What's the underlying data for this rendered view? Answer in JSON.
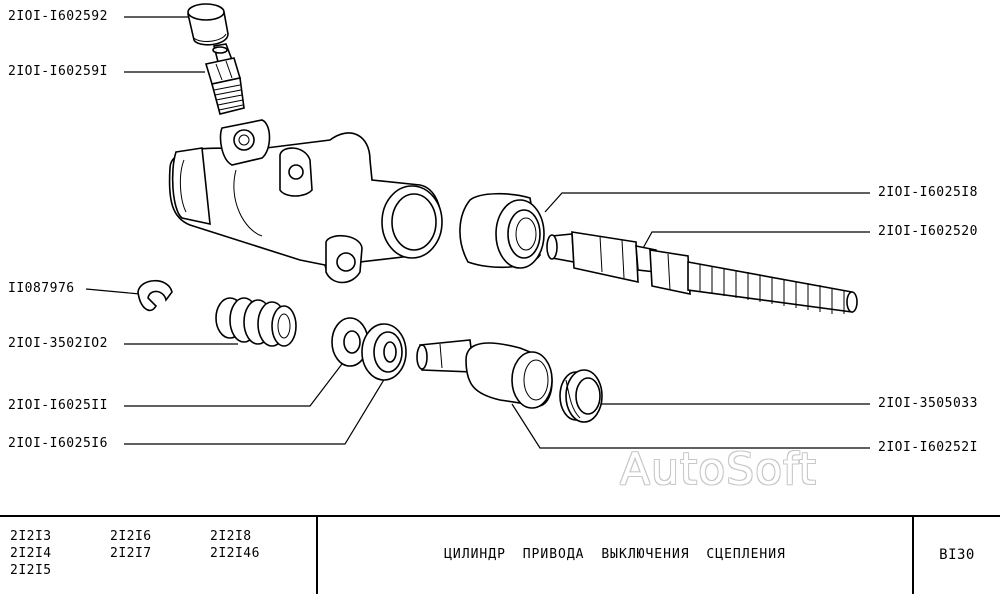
{
  "callouts": {
    "cap": "2IOI-I602592",
    "bleed_valve": "2IOI-I60259I",
    "circlip": "II087976",
    "spring": "2IOI-3502IO2",
    "washer": "2IOI-I6025II",
    "seal_ring": "2IOI-I6025I6",
    "boot": "2IOI-I6025I8",
    "pushrod": "2IOI-I602520",
    "cylinder_seal": "2IOI-3505033",
    "piston": "2IOI-I60252I"
  },
  "watermark": "AutoSoft",
  "title_block": {
    "models": [
      "2I2I3",
      "2I2I4",
      "2I2I5",
      "2I2I6",
      "2I2I7",
      "2I2I8",
      "2I2I46"
    ],
    "title": "ЦИЛИНДР ПРИВОДА ВЫКЛЮЧЕНИЯ СЦЕПЛЕНИЯ",
    "page_code": "BI30"
  }
}
